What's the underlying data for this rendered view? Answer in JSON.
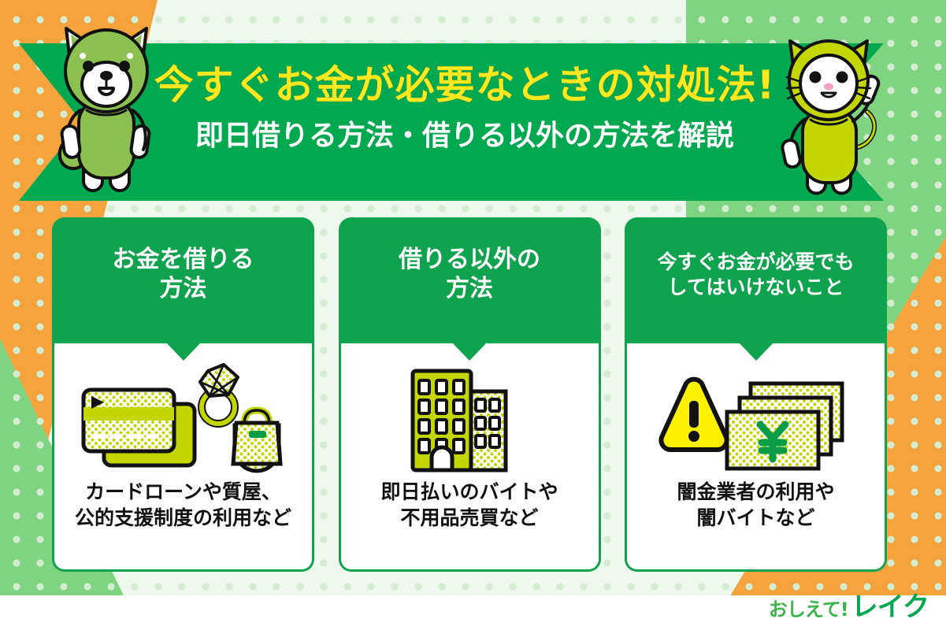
{
  "banner": {
    "title": "今すぐお金が必要なときの対処法!",
    "subtitle": "即日借りる方法・借りる以外の方法を解説"
  },
  "colors": {
    "banner_green": "#00a84f",
    "card_green": "#0fa24f",
    "title_yellow": "#ffe81f",
    "accent_orange": "#f5a33c",
    "light_green": "#7fd481",
    "dot_green": "#d4ecd0",
    "bg_pale": "#eef8ec",
    "icon_lime": "#c3d600",
    "warning_yellow": "#fff200"
  },
  "cards": [
    {
      "heading": "お金を借りる\n方法",
      "caption": "カードローンや質屋、\n公的支援制度の利用など",
      "icon": "credit-cards-ring-bag-icon",
      "heading_size": "large"
    },
    {
      "heading": "借りる以外の\n方法",
      "caption": "即日払いのバイトや\n不用品売買など",
      "icon": "office-buildings-icon",
      "heading_size": "large"
    },
    {
      "heading": "今すぐお金が必要でも\nしてはいけないこと",
      "caption": "闇金業者の利用や\n闇バイトなど",
      "icon": "warning-banknotes-icon",
      "heading_size": "small"
    }
  ],
  "mascots": [
    {
      "name": "dog-mascot",
      "description": "green dog character"
    },
    {
      "name": "cat-mascot",
      "description": "lime cat character waving"
    }
  ],
  "logo": {
    "prefix": "おしえて!",
    "brand": "レイク"
  }
}
